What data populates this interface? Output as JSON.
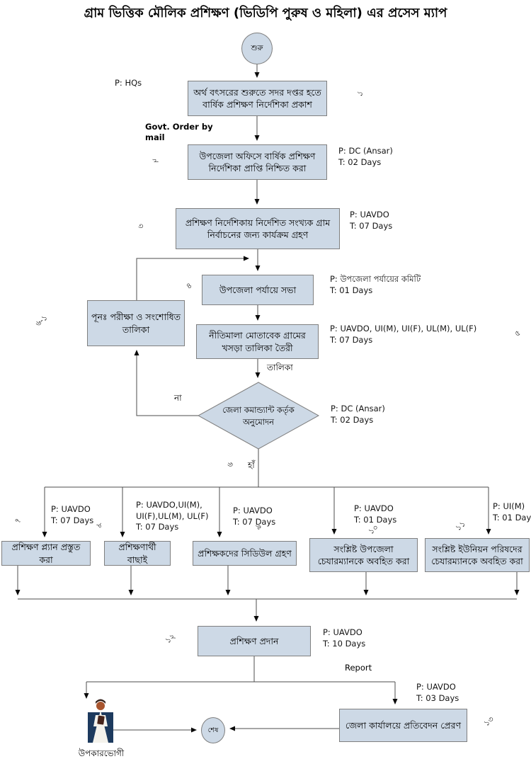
{
  "title": "গ্রাম ভিত্তিক মৌলিক প্রশিক্ষণ (ভিডিপি পুরুষ ও মহিলা) এর প্রসেস ম্যাপ",
  "colors": {
    "node_fill": "#cdd9e6",
    "node_border": "#7f7f7f",
    "line_color": "#4d4d4d",
    "arrow_color": "#0a0a0a",
    "fig_navy": "#1d3a5e",
    "fig_skin": "#a8552e",
    "text_color": "#000000"
  },
  "nodes": {
    "start": "শুরু",
    "s1": "অর্থ বৎসরের শুরুতে সদর দপ্তর হতে বার্ষিক প্রশিক্ষণ নির্দেশিকা প্রকাশ",
    "s2": "উপজেলা অফিসে বার্ষিক প্রশিক্ষণ নির্দেশিকা প্রাপ্তি নিশ্চিত করা",
    "s3": "প্রশিক্ষণ নির্দেশিকায় নির্দেশিত সংখ্যক গ্রাম নির্বাচনের জন্য কার্যক্রম গ্রহণ",
    "s4": "উপজেলা পর্যায়ে  সভা",
    "rev": "পূনঃ পরীক্ষা ও সংশোধিত তালিকা",
    "s5": "নীতিমালা মোতাবেক গ্রামের খসড়া তালিকা তৈরী",
    "d6": "জেলা কমান্ড্যান্ট কর্তৃক অনুমোদন",
    "s7": "প্রশিক্ষণ প্ল্যান প্রস্তুত করা",
    "s8": "প্রশিক্ষণার্থী বাছাই",
    "s9": "প্রশিক্ষকদের সিডিউল গ্রহণ",
    "s10": "সংশ্লিষ্ট উপজেলা চেযারম্যানকে অবহিত করা",
    "s11": "সংশ্লিষ্ট ইউনিয়ন পরিষদের চেযারম্যানকে অবহিত করা",
    "s12": "প্রশিক্ষণ প্রদান",
    "s13": "জেলা কার্যালয়ে প্রতিবেদন প্রেরণ",
    "end": "শেষ",
    "beneficiary": "উপকারভোগী"
  },
  "annotations": {
    "a1": {
      "p": "P: HQs",
      "t": ""
    },
    "a2": {
      "p": "P: DC (Ansar)",
      "t": "T: 02 Days"
    },
    "a3": {
      "p": "P: UAVDO",
      "t": "T: 07 Days"
    },
    "a4": {
      "p": "P: উপজেলা পর্যায়ের কমিটি",
      "t": "T: 01 Days"
    },
    "a5": {
      "p": "P: UAVDO, UI(M), UI(F), UL(M), UL(F)",
      "t": "T: 07 Days"
    },
    "a6": {
      "p": "P: DC (Ansar)",
      "t": "T: 02 Days"
    },
    "a7": {
      "p": "P: UAVDO",
      "t": "T: 07 Days"
    },
    "a8": {
      "p": "P: UAVDO,UI(M), UI(F),UL(M), UL(F)",
      "t": "T: 07 Days"
    },
    "a9": {
      "p": "P: UAVDO",
      "t": "T: 07 Days"
    },
    "a10": {
      "p": "P: UAVDO",
      "t": "T: 01 Days"
    },
    "a11": {
      "p": "P: UI(M)",
      "t": "T: 01 Days"
    },
    "a12": {
      "p": "P: UAVDO",
      "t": "T: 10 Days"
    },
    "a13": {
      "p": "P: UAVDO",
      "t": "T: 03 Days"
    }
  },
  "edge_labels": {
    "govt_order": "Govt.  Order by mail",
    "talika": "তালিকা",
    "no": "না",
    "yes": "হাঁ",
    "report": "Report"
  },
  "numbers": {
    "n1": "১",
    "n2": "২",
    "n3": "৩",
    "n4": "৪",
    "n5": "৫",
    "n6": "৬",
    "n6_1": "৬-১",
    "n7": "৭",
    "n8": "৮",
    "n9": "৯",
    "n10": "১০",
    "n11": "১১",
    "n12": "১২",
    "n13": "১৩"
  }
}
